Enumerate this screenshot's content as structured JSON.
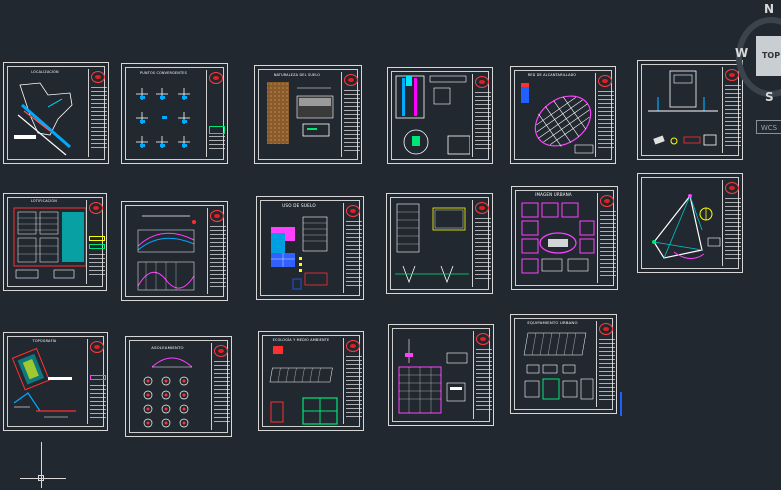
{
  "viewcube": {
    "north": "N",
    "west": "W",
    "south": "S",
    "top": "TOP",
    "wcs": "WCS"
  },
  "sheets": [
    {
      "id": "s1",
      "title": "LOCALIZACIÓN"
    },
    {
      "id": "s2",
      "title": "PUNTOS CONVERGENTES"
    },
    {
      "id": "s3",
      "title": "NATURALEZA DEL SUELO"
    },
    {
      "id": "s4",
      "title": ""
    },
    {
      "id": "s5",
      "title": "RED DE ALCANTARILLADO"
    },
    {
      "id": "s6",
      "title": ""
    },
    {
      "id": "s7",
      "title": "LOTIFICACIÓN"
    },
    {
      "id": "s8",
      "title": ""
    },
    {
      "id": "s9",
      "title": "USO DE SUELO"
    },
    {
      "id": "s10",
      "title": ""
    },
    {
      "id": "s11",
      "title": "IMAGEN URBANA"
    },
    {
      "id": "s12",
      "title": ""
    },
    {
      "id": "s13",
      "title": "TOPOGRAFÍA"
    },
    {
      "id": "s14",
      "title": "ASOLEAMIENTO"
    },
    {
      "id": "s15",
      "title": "ECOLOGÍA Y MEDIO AMBIENTE"
    },
    {
      "id": "s16",
      "title": ""
    },
    {
      "id": "s17",
      "title": "EQUIPAMIENTO URBANO"
    }
  ]
}
